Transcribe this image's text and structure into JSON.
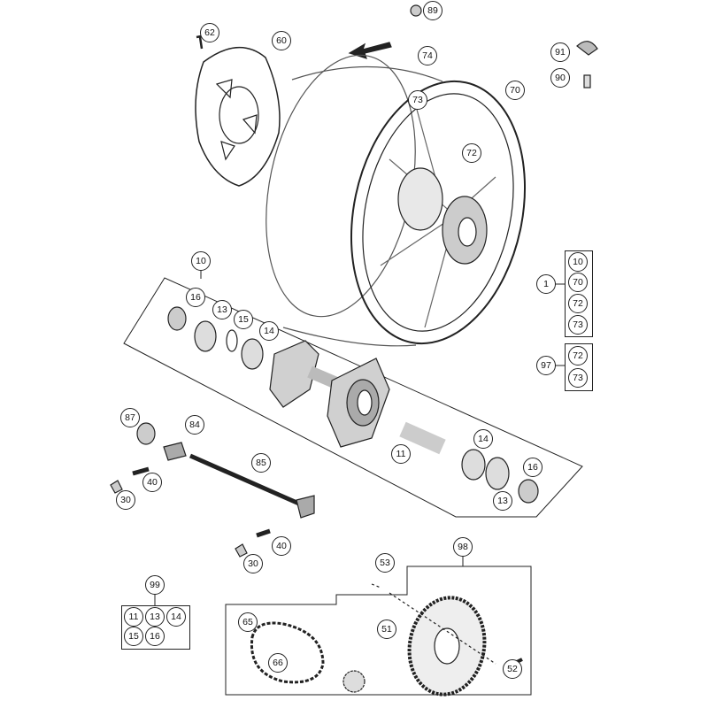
{
  "callouts": [
    "89",
    "62",
    "60",
    "74",
    "91",
    "90",
    "73",
    "70",
    "72",
    "10",
    "16",
    "13",
    "15",
    "14",
    "1",
    "97",
    "87",
    "84",
    "85",
    "11",
    "14",
    "16",
    "40",
    "30",
    "13",
    "40",
    "30",
    "53",
    "98",
    "99",
    "65",
    "51",
    "66",
    "52"
  ],
  "kit_1": [
    "10",
    "70",
    "72",
    "73"
  ],
  "kit_97": [
    "72",
    "73"
  ],
  "kit_99": [
    "11",
    "13",
    "14",
    "15",
    "16"
  ],
  "colors": {
    "line": "#222222",
    "part": "#bbbbbb"
  }
}
